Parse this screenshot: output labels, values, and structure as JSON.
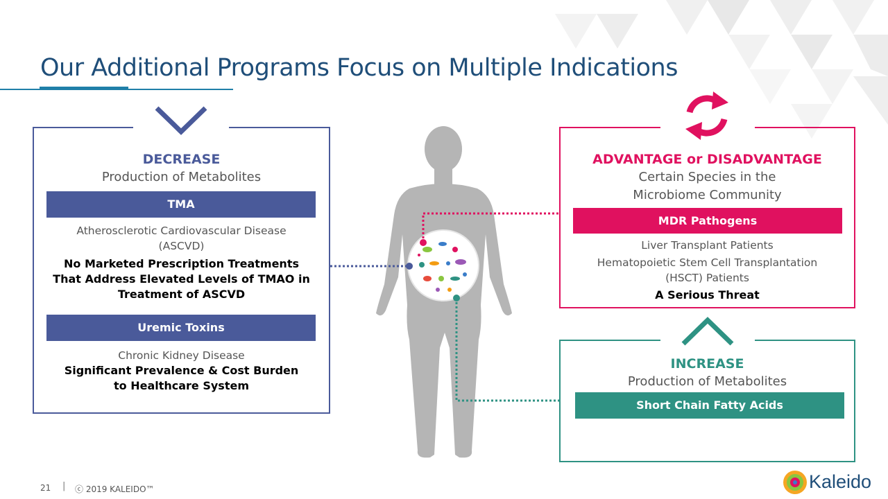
{
  "title": "Our Additional Programs Focus on Multiple Indications",
  "decrease": {
    "heading": "DECREASE",
    "subheading": "Production of Metabolites",
    "tma_label": "TMA",
    "tma_disease_line1": "Atherosclerotic Cardiovascular Disease",
    "tma_disease_line2": "(ASCVD)",
    "tma_bold_line1": "No Marketed Prescription Treatments",
    "tma_bold_line2": "That Address Elevated Levels of TMAO in",
    "tma_bold_line3": "Treatment of ASCVD",
    "uremic_label": "Uremic Toxins",
    "uremic_disease": "Chronic Kidney Disease",
    "uremic_bold_line1": "Significant Prevalence & Cost Burden",
    "uremic_bold_line2": "to Healthcare System"
  },
  "advantage": {
    "heading": "ADVANTAGE or DISADVANTAGE",
    "sub_line1": "Certain Species in the",
    "sub_line2": "Microbiome Community",
    "mdr_label": "MDR Pathogens",
    "patients_line1": "Liver Transplant Patients",
    "patients_line2": "Hematopoietic Stem Cell Transplantation",
    "patients_line3": "(HSCT) Patients",
    "bold": "A Serious Threat"
  },
  "increase": {
    "heading": "INCREASE",
    "subheading": "Production of Metabolites",
    "scfa_label": "Short Chain Fatty Acids"
  },
  "footer": {
    "page_number": "21",
    "separator": "|",
    "copyright": "ⓒ 2019 KALEIDO™",
    "logo_text": "Kaleido"
  },
  "colors": {
    "blue": "#4a5a9a",
    "pink": "#e0115f",
    "teal": "#2e9283",
    "title": "#1f4e79"
  },
  "icons": [
    "chevron-down-icon",
    "refresh-cycle-icon",
    "chevron-up-icon",
    "human-body-icon",
    "microbiome-icon",
    "kaleido-logo-icon"
  ]
}
